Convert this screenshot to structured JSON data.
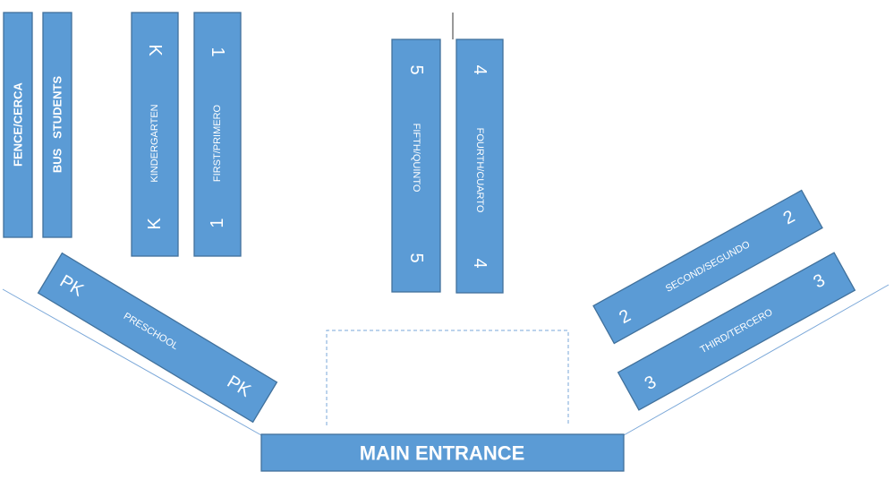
{
  "colors": {
    "box_fill": "#5b9bd5",
    "box_stroke": "#41719c",
    "text": "#ffffff",
    "guide_line": "#7aa7d8"
  },
  "zones": {
    "fence": {
      "label": "FENCE/CERCA"
    },
    "bus": {
      "label": "BUS   STUDENTS"
    },
    "kindergarten": {
      "label": "KINDERGARTEN",
      "mark": "K"
    },
    "first": {
      "label": "FIRST/PRIMERO",
      "mark": "1"
    },
    "fifth": {
      "label": "FIFTH/QUINTO",
      "mark": "5"
    },
    "fourth": {
      "label": "FOURTH/CUARTO",
      "mark": "4"
    },
    "preschool": {
      "label": "PRESCHOOL",
      "mark": "PK"
    },
    "second": {
      "label": "SECOND/SEGUNDO",
      "mark": "2"
    },
    "third": {
      "label": "THIRD/TERCERO",
      "mark": "3"
    },
    "main_entrance": {
      "label": "MAIN ENTRANCE"
    }
  }
}
